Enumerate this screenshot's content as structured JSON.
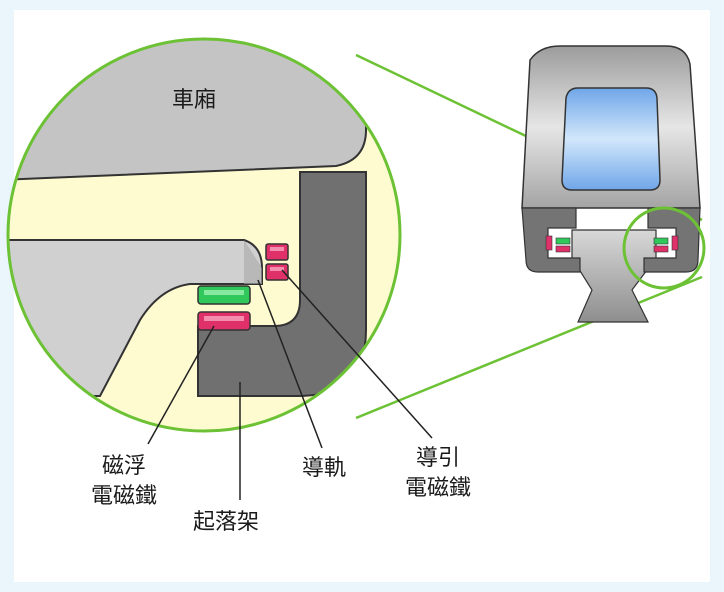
{
  "labels": {
    "car_body": "車廂",
    "levitation_magnet_line1": "磁浮",
    "levitation_magnet_line2": "電磁鐵",
    "bogie": "起落架",
    "guide_rail": "導軌",
    "guide_magnet_line1": "導引",
    "guide_magnet_line2": "電磁鐵"
  },
  "colors": {
    "page_background": "#eaf6fc",
    "zoom_fill": "#fffbd0",
    "zoom_outline": "#6cc234",
    "car_body": "#c0c0c0",
    "bogie": "#707070",
    "guide_rail": "#d0d0d0",
    "levitation_magnet_green": "#30c85a",
    "electromagnet_pink": "#e0306a",
    "window_blue": "#b0cfef"
  }
}
